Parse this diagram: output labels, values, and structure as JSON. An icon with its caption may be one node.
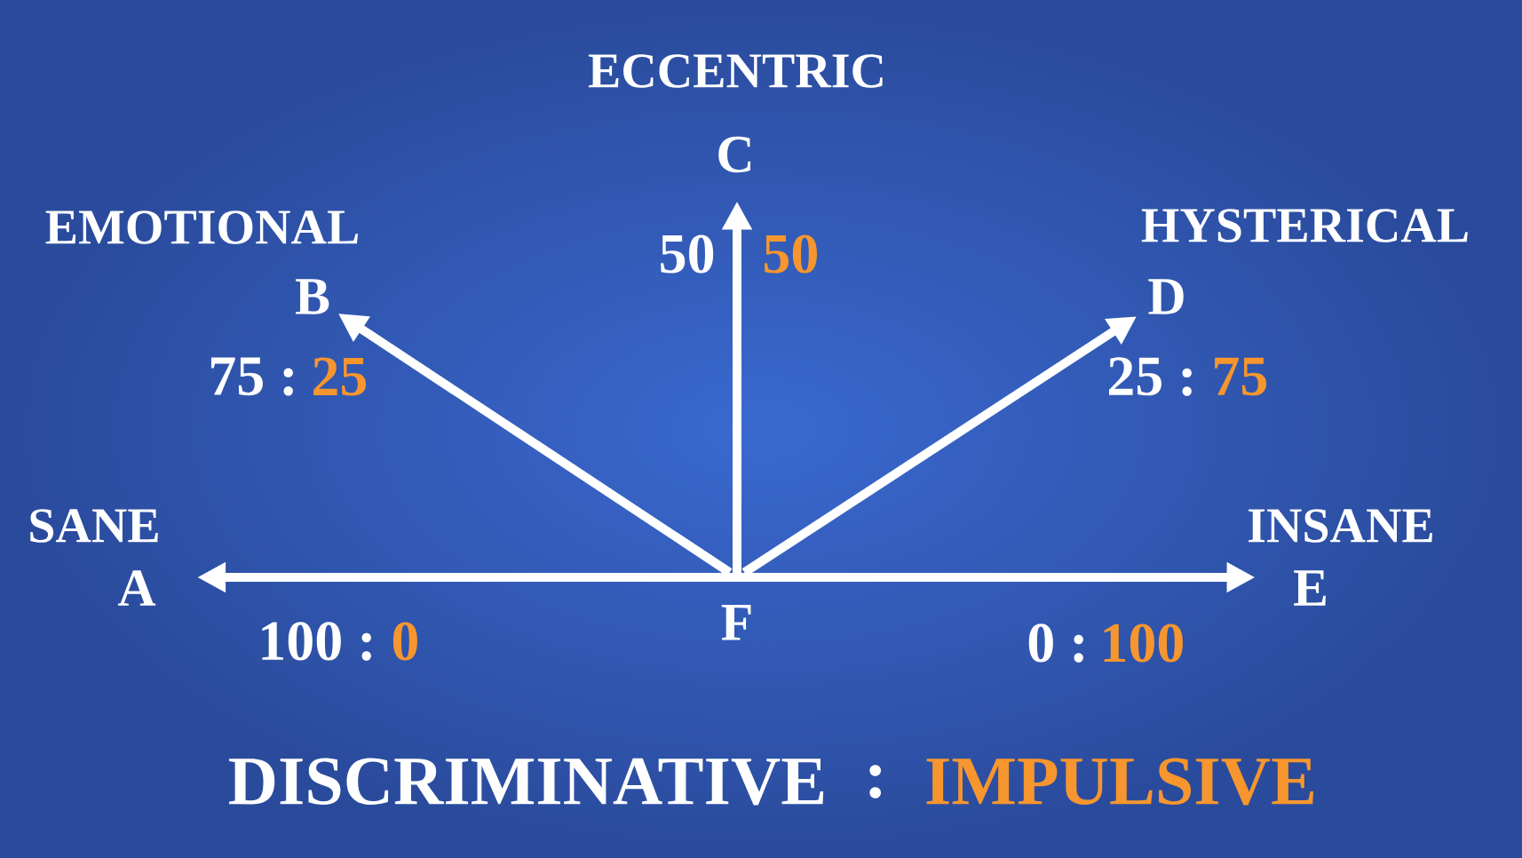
{
  "diagram": {
    "nodes": [
      {
        "text": [
          "A"
        ],
        "beside": [
          "SANE",
          "100 :",
          "0"
        ]
      },
      {
        "text": [
          "B"
        ],
        "beside": [
          "EMOTIONAL",
          "75 :",
          "25"
        ]
      },
      {
        "text": [
          "C"
        ],
        "beside": [
          "ECCENTRIC",
          "50",
          "50"
        ]
      },
      {
        "text": [
          "D"
        ],
        "beside": [
          "HYSTERICAL",
          "25 :",
          "75"
        ]
      },
      {
        "text": [
          "E"
        ],
        "beside": [
          "INSANE",
          "0 :",
          "100"
        ]
      },
      {
        "text": [
          "F"
        ]
      }
    ],
    "edges": [
      {
        "from": 5,
        "to": 0,
        "arrow": "to"
      },
      {
        "from": 5,
        "to": 1,
        "arrow": "to"
      },
      {
        "from": 5,
        "to": 2,
        "arrow": "to"
      },
      {
        "from": 5,
        "to": 3,
        "arrow": "to"
      },
      {
        "from": 5,
        "to": 4,
        "arrow": "to"
      }
    ],
    "labels": [
      "DISCRIMINATIVE",
      ":",
      "IMPULSIVE"
    ]
  }
}
